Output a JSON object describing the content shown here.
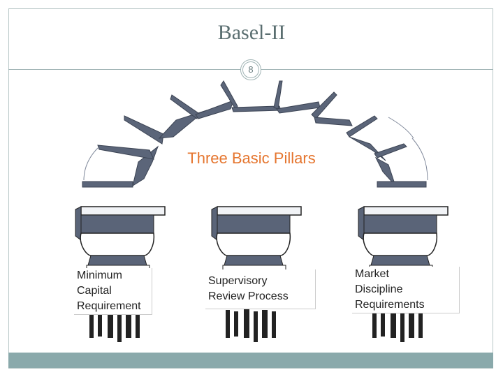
{
  "slide": {
    "title": "Basel-II",
    "page_number": "8"
  },
  "diagram": {
    "arch_title": "Three Basic Pillars",
    "pillars": [
      {
        "lines": [
          "Minimum",
          "Capital",
          "Requirement"
        ]
      },
      {
        "lines": [
          "Supervisory",
          "Review Process"
        ]
      },
      {
        "lines": [
          "Market",
          "Discipline",
          "Requirements"
        ]
      }
    ]
  },
  "colors": {
    "title": "#5a6e70",
    "accent_orange": "#e5752e",
    "frame": "#b8c7c7",
    "footer_bar": "#8aa9ab",
    "arch_stone": "#5a6478"
  }
}
